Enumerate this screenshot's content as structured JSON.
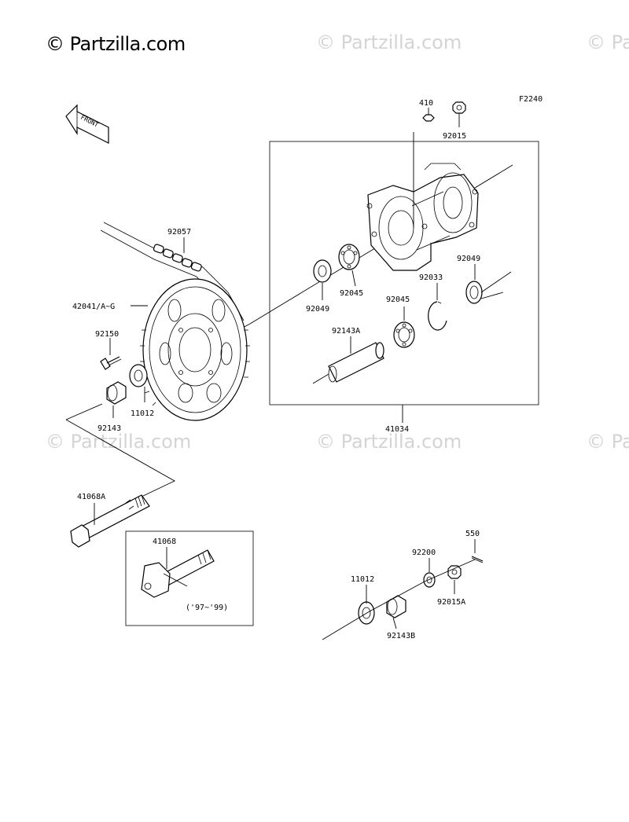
{
  "header": {
    "copyright": "© Partzilla.com",
    "figure_code": "F2240",
    "watermark_text": "© Partzilla.com"
  },
  "front_arrow": {
    "label": "FRONT",
    "icon": "front-direction-arrow-icon"
  },
  "inset": {
    "year_note": "('97~'99)"
  },
  "parts": {
    "p410": "410",
    "p92015": "92015",
    "p92057": "92057",
    "p92049_right": "92049",
    "p92033": "92033",
    "p42041": "42041/A~G",
    "p92049_left": "92049",
    "p92045_upper": "92045",
    "p92045_lower": "92045",
    "p92150": "92150",
    "p92143A": "92143A",
    "p11012_left": "11012",
    "p92143": "92143",
    "p41034": "41034",
    "p41068A": "41068A",
    "p41068": "41068",
    "p550": "550",
    "p92200": "92200",
    "p11012_right": "11012",
    "p92015A": "92015A",
    "p92143B": "92143B"
  },
  "colors": {
    "line": "#000000",
    "watermark": "#d4d4d4",
    "background": "#ffffff"
  }
}
